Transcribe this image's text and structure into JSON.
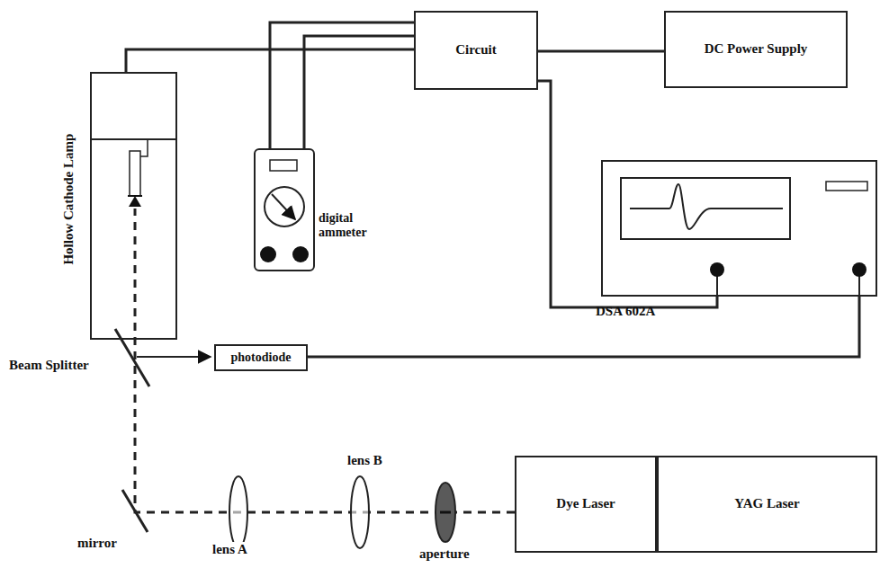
{
  "diagram": {
    "nodes": [
      {
        "text": [
          "Hollow Cathode Lamp"
        ]
      },
      {
        "text": [
          "Circuit"
        ]
      },
      {
        "text": [
          "DC Power Supply"
        ]
      },
      {
        "text": [
          "digital ammeter"
        ]
      },
      {
        "text": [
          "DSA 602A"
        ]
      },
      {
        "text": [
          "photodiode"
        ]
      },
      {
        "text": [
          "Dye Laser"
        ]
      },
      {
        "text": [
          "YAG Laser"
        ]
      }
    ],
    "edges": [
      {
        "from": 0,
        "to": 1,
        "arrow": "none"
      },
      {
        "from": 3,
        "to": 1,
        "arrow": "none"
      },
      {
        "from": 3,
        "to": 1,
        "arrow": "none"
      },
      {
        "from": 1,
        "to": 2,
        "arrow": "none"
      },
      {
        "from": 1,
        "to": 4,
        "arrow": "none"
      },
      {
        "from": 5,
        "to": 4,
        "arrow": "none"
      }
    ],
    "labels": [
      "Beam Splitter",
      "mirror",
      "lens A",
      "lens B",
      "aperture"
    ]
  }
}
